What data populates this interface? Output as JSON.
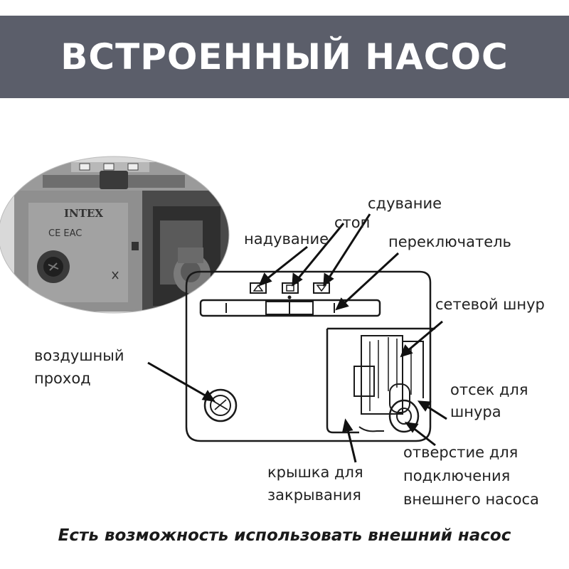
{
  "header": {
    "title": "ВСТРОЕННЫЙ НАСОС"
  },
  "photo": {
    "brand": "INTEX",
    "marks": "CE EAC"
  },
  "labels": {
    "inflate": "надувание",
    "stop": "стоп",
    "deflate": "сдувание",
    "switch": "переключатель",
    "power_cord": "сетевой шнур",
    "cord_compartment_1": "отсек для",
    "cord_compartment_2": "шнура",
    "air_passage_1": "воздушный",
    "air_passage_2": "проход",
    "port_1": "отверстие для",
    "port_2": "подключения",
    "port_3": "внешнего насоса",
    "cover_1": "крышка для",
    "cover_2": "закрывания"
  },
  "footer": {
    "text": "Есть возможность использовать внешний насос"
  },
  "colors": {
    "banner": "#5b5e6a",
    "text": "#222222",
    "line": "#111111"
  }
}
